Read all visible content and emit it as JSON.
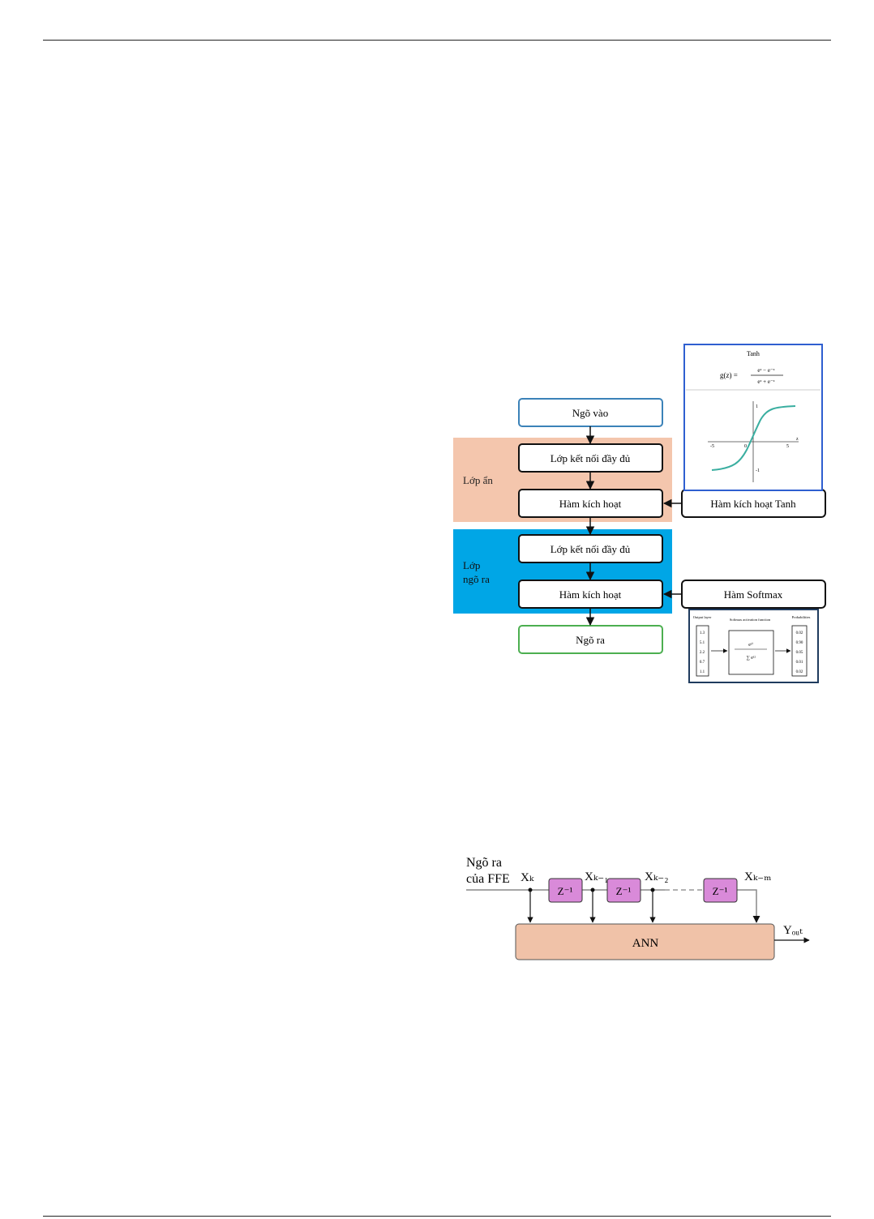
{
  "flowchart": {
    "input": "Ngõ vào",
    "hidden_label": "Lớp ẩn",
    "output_layer_label_1": "Lớp",
    "output_layer_label_2": "ngõ ra",
    "fc1": "Lớp kết nối đầy đủ",
    "act1": "Hàm kích hoạt",
    "fc2": "Lớp kết nối đầy đủ",
    "act2": "Hàm kích hoạt",
    "output": "Ngõ ra",
    "tanh_label": "Hàm kích hoạt Tanh",
    "softmax_label": "Hàm Softmax",
    "tanh_panel": {
      "title": "Tanh",
      "formula_lhs": "g(z) =",
      "formula_num": "eᶻ − e⁻ᶻ",
      "formula_den": "eᶻ + e⁻ᶻ",
      "tick_pos": "1",
      "tick_neg": "-1",
      "tick_x_neg": "-5",
      "tick_x_zero": "0",
      "tick_x_pos": "5",
      "axis_z": "z"
    },
    "softmax_panel": {
      "col1": "Output layer",
      "col2": "Softmax activation function",
      "col3": "Probabilities",
      "inputs": [
        "1.3",
        "5.1",
        "2.2",
        "0.7",
        "1.1"
      ],
      "formula_num": "eᶻⁱ",
      "formula_den": "∑ eᶻʲ",
      "outputs": [
        "0.02",
        "0.90",
        "0.05",
        "0.01",
        "0.02"
      ]
    },
    "colors": {
      "hidden_bg": "#f4c6ad",
      "output_bg": "#00a6e6",
      "input_border": "#3b82b8",
      "output_border": "#4caf50"
    }
  },
  "block_diagram": {
    "input_label_1": "Ngõ ra",
    "input_label_2": "của FFE",
    "xk": "Xₖ",
    "xk1": "Xₖ₋₁",
    "xk2": "Xₖ₋₂",
    "xkm": "Xₖ₋ₘ",
    "delay": "Z⁻¹",
    "ann": "ANN",
    "out": "Yₒᵤₜ",
    "colors": {
      "delay_fill": "#d98ad9",
      "ann_fill": "#f0c2a8"
    }
  }
}
